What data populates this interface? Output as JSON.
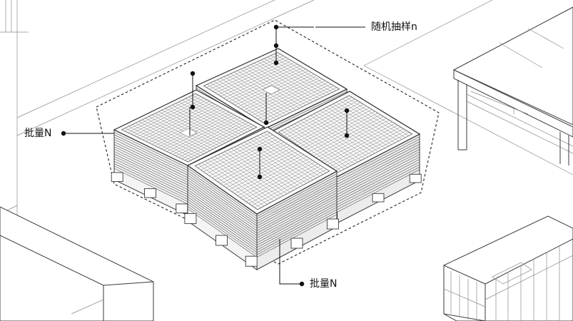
{
  "labels": {
    "random_sample": "随机抽样n",
    "batch_left": "批量N",
    "batch_bottom": "批量N"
  },
  "colors": {
    "line": "#3a3a3a",
    "leader": "#111111",
    "background": "#ffffff"
  }
}
